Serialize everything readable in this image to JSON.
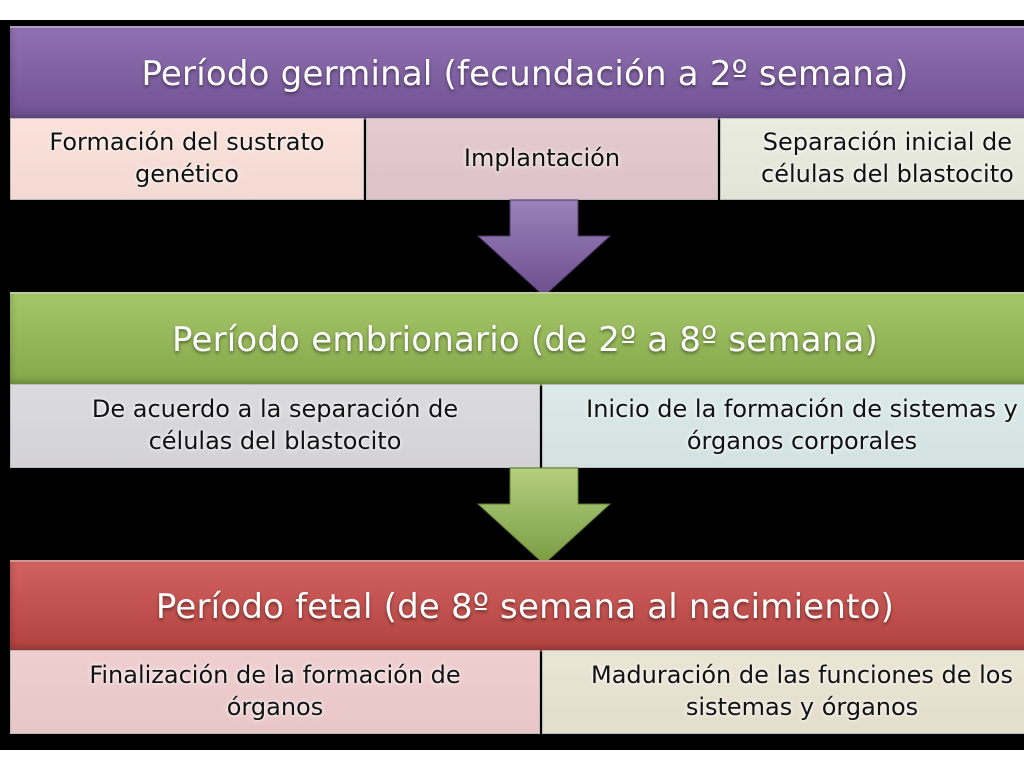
{
  "diagram": {
    "periods": [
      {
        "title": "Período germinal (fecundación a 2º semana)",
        "color": "#7e5fa0",
        "stages": [
          {
            "text": "Formación del sustrato\ngenético",
            "color": "#f2d9d1"
          },
          {
            "text": "Implantación",
            "color": "#ddc2c9"
          },
          {
            "text": "Separación inicial de\ncélulas del blastocito",
            "color": "#e2e4d8"
          }
        ]
      },
      {
        "title": "Período embrionario (de 2º a 8º semana)",
        "color": "#93b558",
        "stages": [
          {
            "text": "De acuerdo a la separación de\ncélulas del blastocito",
            "color": "#d3d2d5"
          },
          {
            "text": "Inicio de la formación de sistemas y\nórganos corporales",
            "color": "#d3e2e0"
          }
        ]
      },
      {
        "title": "Período fetal (de 8º semana al nacimiento)",
        "color": "#c0504d",
        "stages": [
          {
            "text": "Finalización de la formación de\nórganos",
            "color": "#e8c6c7"
          },
          {
            "text": "Maduración de las funciones de los\nsistemas y órganos",
            "color": "#e3ddcc"
          }
        ]
      }
    ],
    "arrow_colors": [
      "#7e5fa0",
      "#93b558"
    ]
  }
}
